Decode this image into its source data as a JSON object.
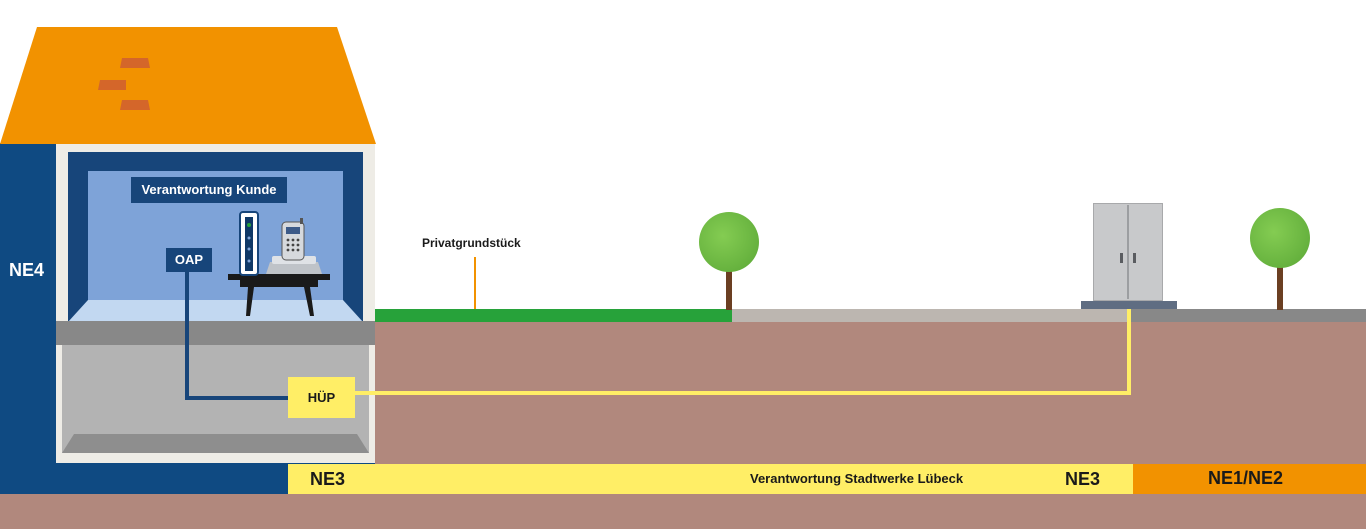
{
  "labels": {
    "ne4": "NE4",
    "responsibility_customer": "Verantwortung Kunde",
    "oap": "OAP",
    "huep": "HÜP",
    "private_property": "Privatgrundstück",
    "ne3_left": "NE3",
    "responsibility_utility": "Verantwortung Stadtwerke Lübeck",
    "ne3_right": "NE3",
    "ne1_ne2": "NE1/NE2"
  },
  "colors": {
    "roof": "#f29200",
    "roof_tiles": "#d4662a",
    "house_wall": "#0f4a82",
    "room": "#7ea3d8",
    "floor": "#c2d8f1",
    "basement": "#b3b3b3",
    "soil": "#b1887d",
    "grass": "#27a23a",
    "sidewalk": "#bcb6b0",
    "street": "#888888",
    "cable": "#ffee66",
    "band_yellow": "#ffee66",
    "band_orange": "#f29200",
    "tree_crown": "#6fbe44",
    "tree_trunk": "#6b3f22"
  },
  "icons": {
    "roof_tiles": "roof-tiles-icon",
    "router": "fiber-modem-icon",
    "phone": "telephone-icon",
    "table": "side-table-icon",
    "tree": "tree-icon",
    "cabinet": "street-cabinet-icon",
    "marker": "property-boundary-post-icon"
  }
}
